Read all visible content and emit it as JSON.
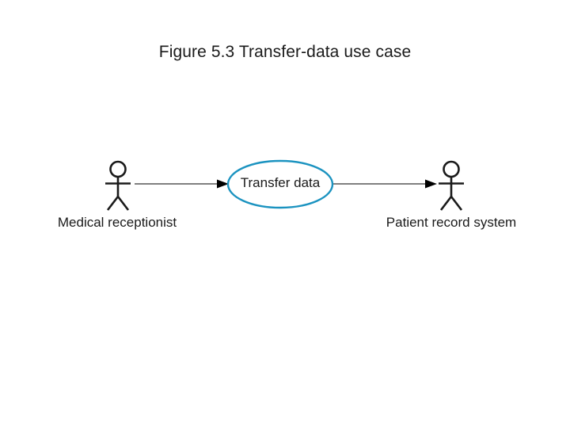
{
  "figure": {
    "title": "Figure 5.3 Transfer-data use case",
    "background_color": "#ffffff"
  },
  "diagram": {
    "type": "uml-use-case",
    "use_case": {
      "label": "Transfer data",
      "shape": "ellipse",
      "stroke_color": "#1b93c0",
      "fill_color": "#ffffff"
    },
    "actors": [
      {
        "id": "medical-receptionist",
        "label": "Medical receptionist",
        "shape": "stick-figure",
        "stroke_color": "#1a1a1a",
        "position": "left"
      },
      {
        "id": "patient-record-system",
        "label": "Patient record system",
        "shape": "stick-figure",
        "stroke_color": "#1a1a1a",
        "position": "right"
      }
    ],
    "associations": [
      {
        "id": "receptionist-to-usecase",
        "from": "medical-receptionist",
        "to": "use-case",
        "line_color": "#808080",
        "arrowhead": "solid-filled",
        "arrowhead_color": "#000000",
        "direction": "right"
      },
      {
        "id": "usecase-to-system",
        "from": "use-case",
        "to": "patient-record-system",
        "line_color": "#808080",
        "arrowhead": "solid-filled",
        "arrowhead_color": "#000000",
        "direction": "right"
      }
    ]
  }
}
